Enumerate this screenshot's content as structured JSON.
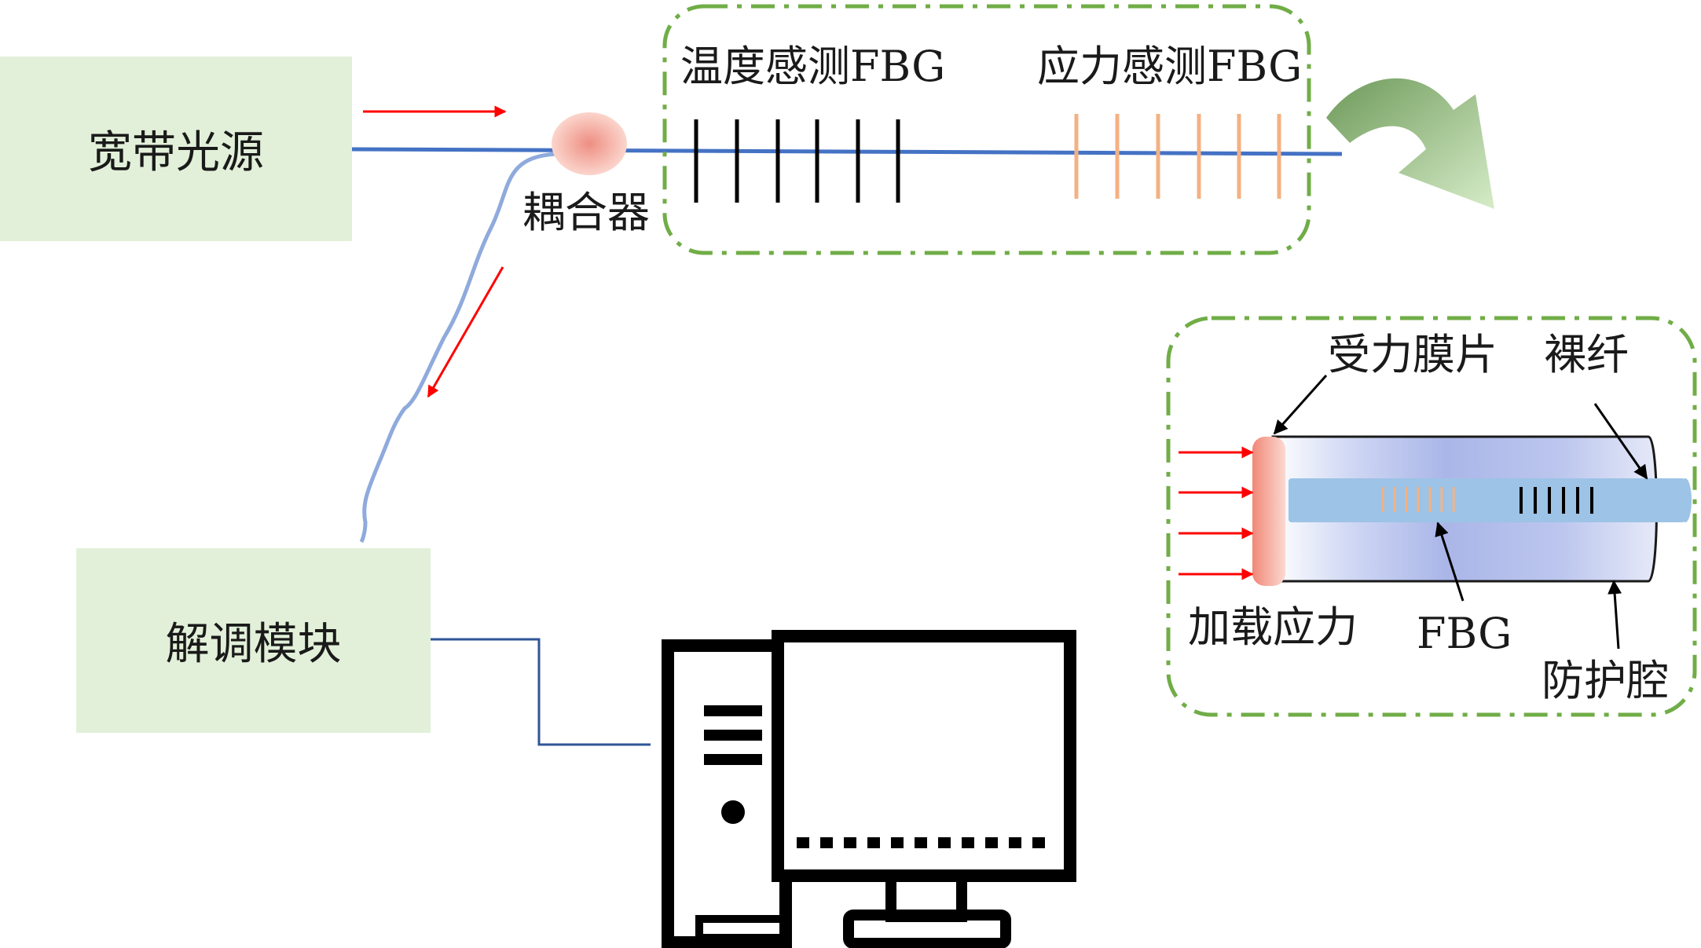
{
  "labels": {
    "light_source": "宽带光源",
    "demod_module": "解调模块",
    "coupler": "耦合器",
    "temp_fbg": "温度感测FBG",
    "stress_fbg": "应力感测FBG",
    "membrane": "受力膜片",
    "bare_fiber": "裸纤",
    "load_stress": "加载应力",
    "fbg": "FBG",
    "cavity": "防护腔"
  },
  "colors": {
    "box_fill": "#e2f0d9",
    "fiber_blue": "#4472c4",
    "fiber_light": "#8faadc",
    "arrow_red": "#ff0000",
    "dash_green": "#70ad47",
    "coupler_pink": "#f4b6a8",
    "stress_grating": "#f4b183",
    "temp_grating": "#000000",
    "curved_arrow": "#a9d18e"
  }
}
